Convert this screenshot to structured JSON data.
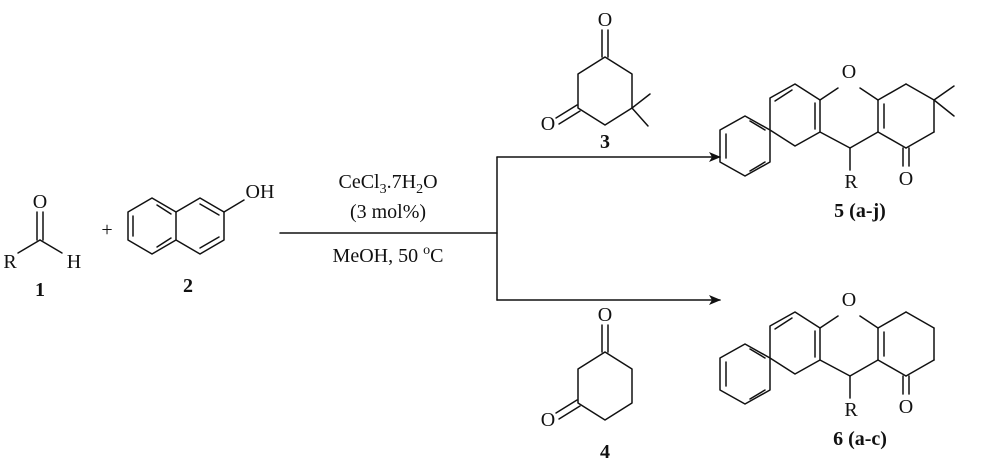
{
  "scheme": {
    "reactant_1": {
      "label": "1",
      "atoms": {
        "r": "R",
        "o": "O",
        "h": "H"
      }
    },
    "plus": "+",
    "reactant_2": {
      "label": "2",
      "atoms": {
        "oh": "OH"
      }
    },
    "conditions": {
      "catalyst": "CeCl",
      "catalyst_sub1": "3",
      "catalyst_mid": ".7H",
      "catalyst_sub2": "2",
      "catalyst_end": "O",
      "loading": "(3 mol%)",
      "solvent_temp": "MeOH, 50 ",
      "degree_sup": "o",
      "unit": "C"
    },
    "reagent_3": {
      "label": "3",
      "atoms": {
        "o_top": "O",
        "o_bottom": "O"
      }
    },
    "reagent_4": {
      "label": "4",
      "atoms": {
        "o_top": "O",
        "o_bottom": "O"
      }
    },
    "product_5": {
      "label": "5 (a-j)",
      "atoms": {
        "o_ring": "O",
        "o_keto": "O",
        "r": "R"
      }
    },
    "product_6": {
      "label": "6 (a-c)",
      "atoms": {
        "o_ring": "O",
        "o_keto": "O",
        "r": "R"
      }
    }
  }
}
